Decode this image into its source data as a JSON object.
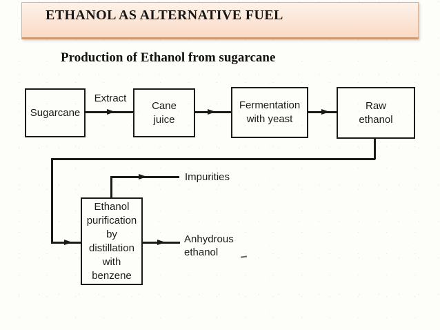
{
  "slide": {
    "title": "ETHANOL AS ALTERNATIVE FUEL",
    "subtitle": "Production of Ethanol from sugarcane",
    "title_bar_colors": {
      "background_top": "#fdf2ea",
      "background_bottom": "#f9dac5",
      "border": "#cf9a72"
    }
  },
  "diagram": {
    "type": "flowchart",
    "ink_color": "#1c1a18",
    "nodes": {
      "sugarcane": "Sugarcane",
      "cane_juice": "Cane\njuice",
      "fermentation": "Fermentation\nwith yeast",
      "raw_ethanol": "Raw\nethanol",
      "purification": "Ethanol\npurification\nby\ndistillation\nwith\nbenzene"
    },
    "edge_labels": {
      "extract": "Extract"
    },
    "terminals": {
      "impurities": "Impurities",
      "anhydrous_ethanol": "Anhydrous\nethanol"
    }
  }
}
